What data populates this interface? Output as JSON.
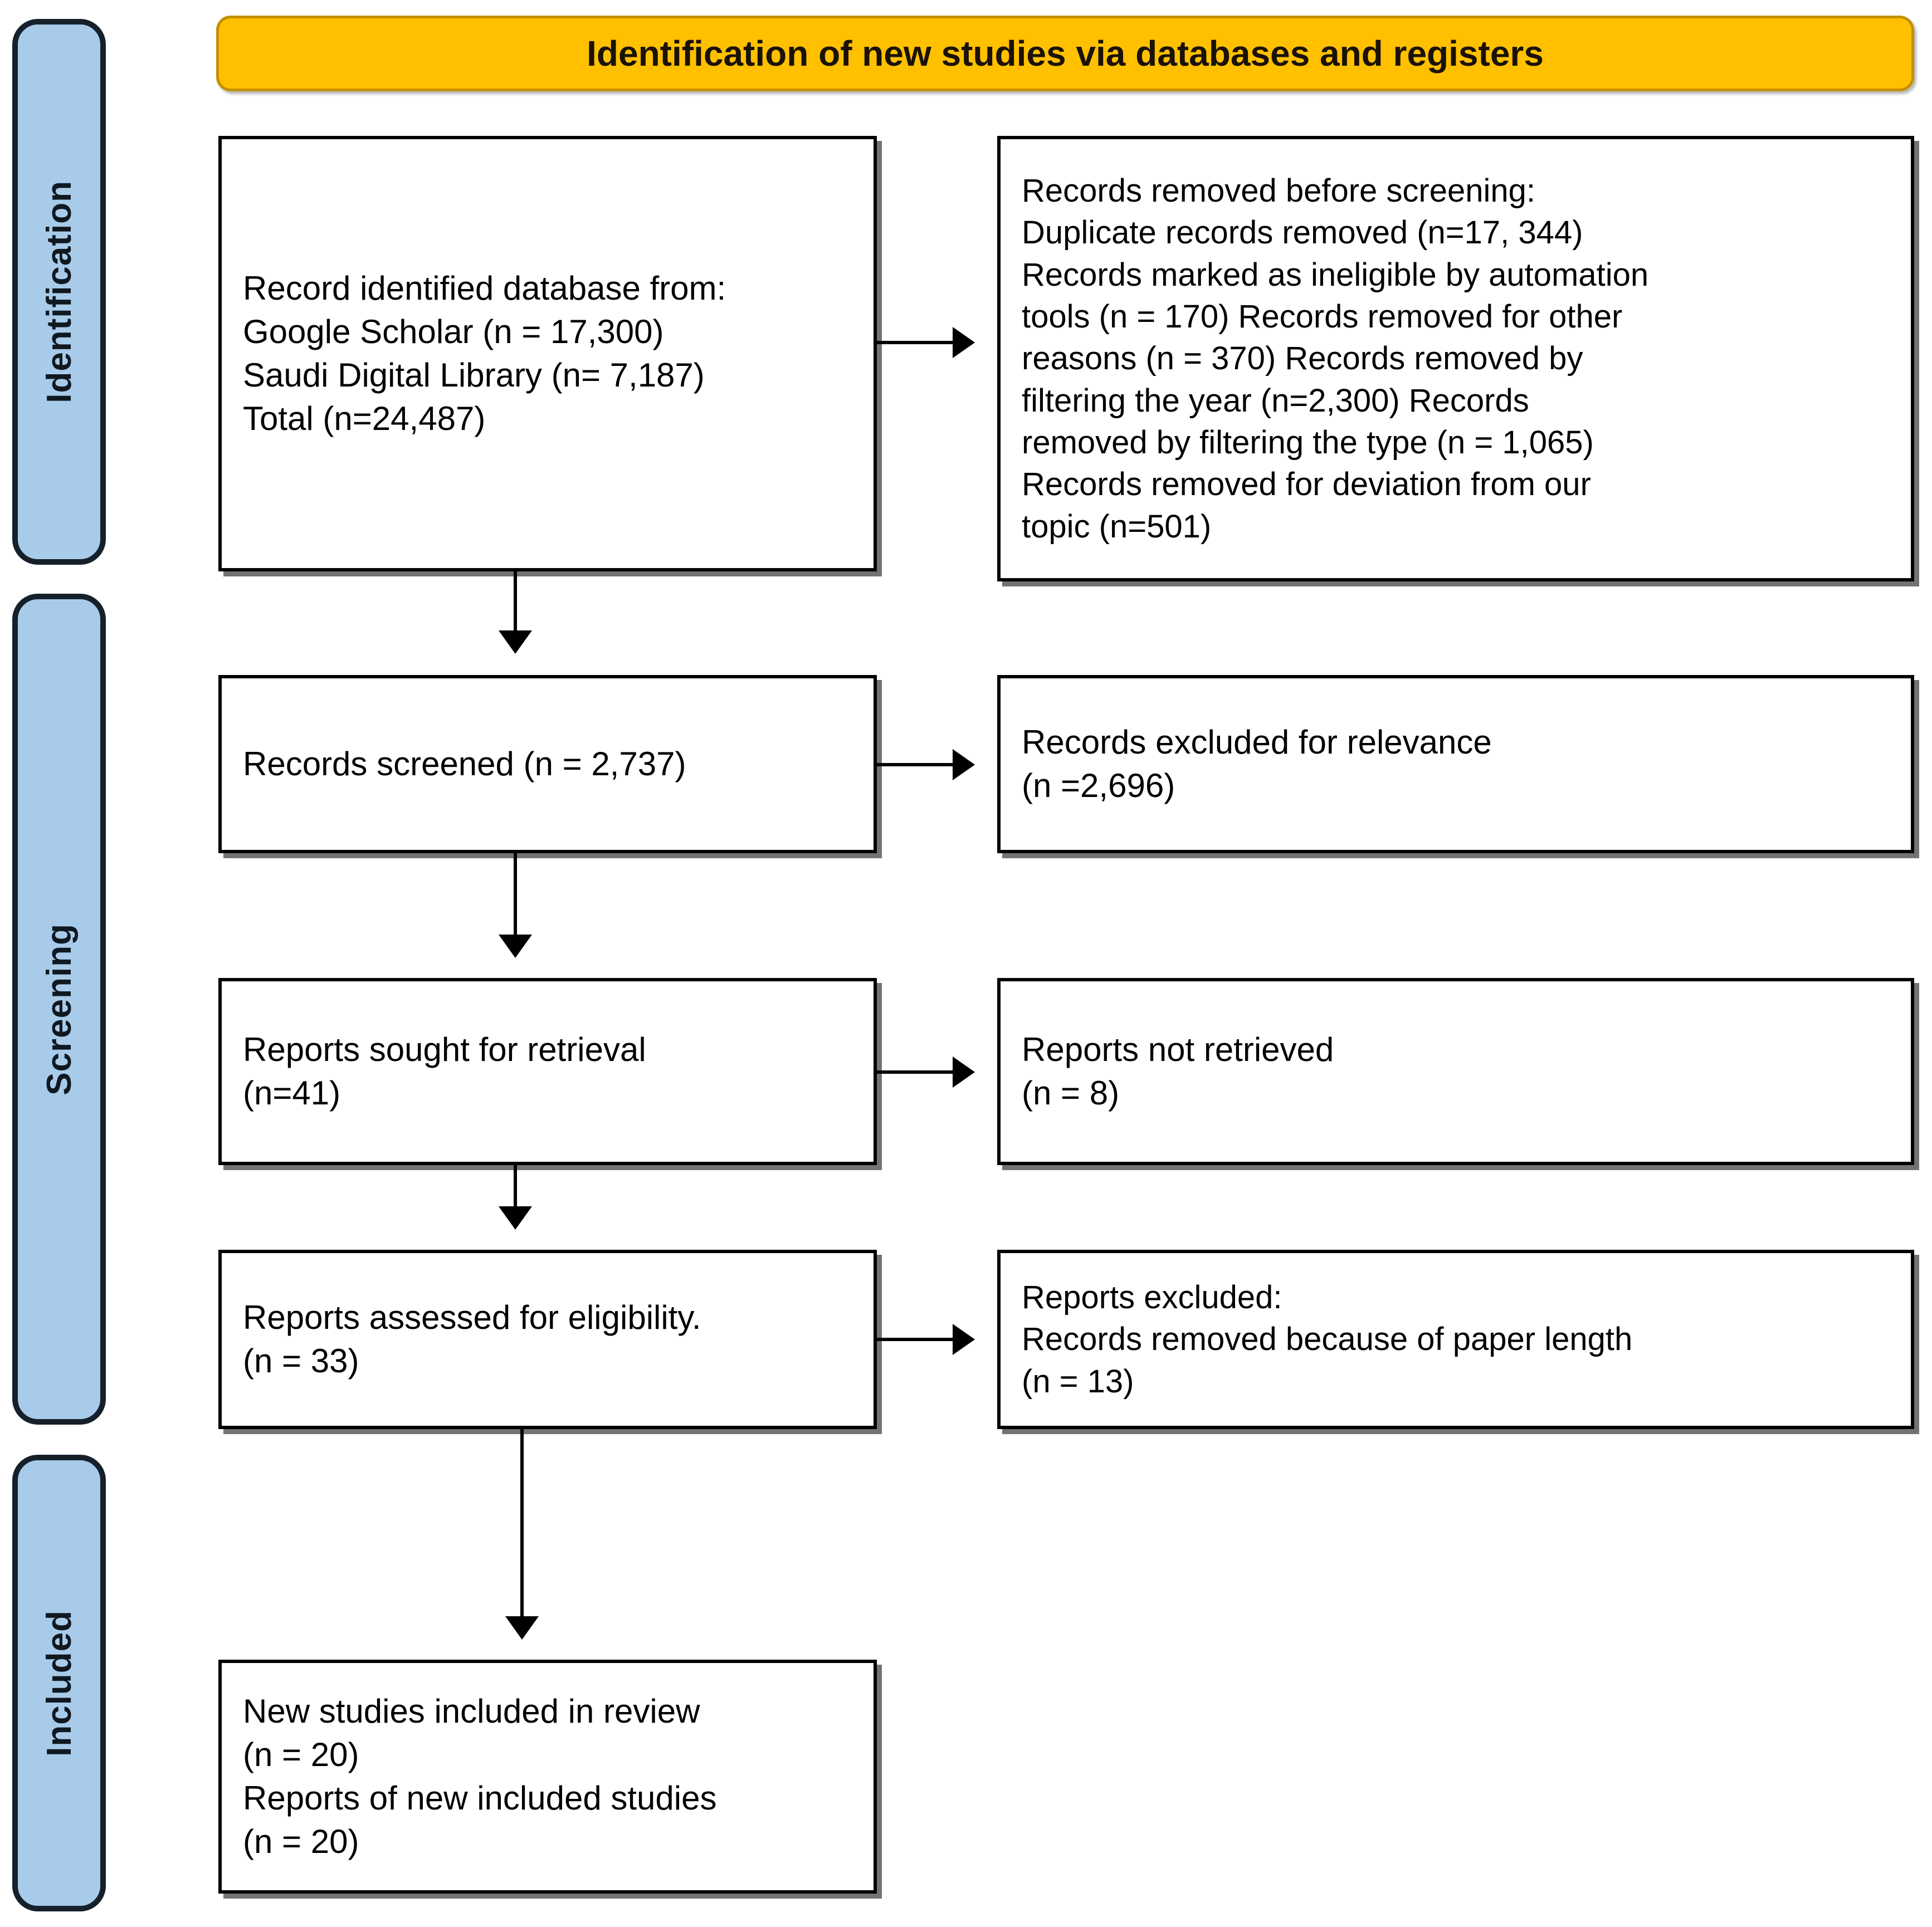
{
  "header": {
    "title": "Identification of new studies via databases and registers",
    "banner_color": "#FFC000",
    "text_color": "#1A1208"
  },
  "stages": [
    {
      "id": "identification",
      "label": "Identification",
      "color": "#A8CBEA"
    },
    {
      "id": "screening",
      "label": "Screening",
      "color": "#A8CBEA"
    },
    {
      "id": "included",
      "label": "Included",
      "color": "#A8CBEA"
    }
  ],
  "boxes": {
    "identified": {
      "lines": [
        "Record identified database from:",
        "Google Scholar (n = 17,300)",
        "Saudi Digital Library (n= 7,187)",
        "Total (n=24,487)"
      ]
    },
    "removed_before_screening": {
      "lines": [
        "Records removed before screening:",
        "Duplicate records removed (n=17, 344)",
        "Records marked as ineligible by automation",
        "tools (n = 170) Records removed for other",
        "reasons (n = 370) Records removed by",
        "filtering the year (n=2,300) Records",
        "removed by filtering the type (n = 1,065)",
        "Records removed for deviation from our",
        "topic (n=501)"
      ]
    },
    "records_screened": {
      "lines": [
        "Records screened (n = 2,737)"
      ]
    },
    "records_excluded_relevance": {
      "lines": [
        "Records excluded for relevance",
        "(n =2,696)"
      ]
    },
    "reports_sought": {
      "lines": [
        "Reports sought for retrieval",
        "(n=41)"
      ]
    },
    "reports_not_retrieved": {
      "lines": [
        "Reports not retrieved",
        "(n = 8)"
      ]
    },
    "reports_assessed": {
      "lines": [
        "Reports assessed for eligibility.",
        "(n = 33)"
      ]
    },
    "reports_excluded": {
      "lines": [
        "Reports excluded:",
        "Records removed because of paper length",
        "(n = 13)"
      ]
    },
    "included_studies": {
      "lines": [
        "New studies included in review",
        "(n = 20)",
        "Reports of new included studies",
        "(n = 20)"
      ]
    }
  },
  "counts": {
    "google_scholar": 17300,
    "saudi_digital_library": 7187,
    "total_identified": 24487,
    "duplicates_removed": 17344,
    "ineligible_automation": 170,
    "removed_other_reasons": 370,
    "removed_filter_year": 2300,
    "removed_filter_type": 1065,
    "removed_deviation_topic": 501,
    "records_screened": 2737,
    "records_excluded_relevance": 2696,
    "reports_sought": 41,
    "reports_not_retrieved": 8,
    "reports_assessed": 33,
    "reports_excluded_paper_length": 13,
    "new_studies_included": 20,
    "reports_of_new_included_studies": 20
  }
}
